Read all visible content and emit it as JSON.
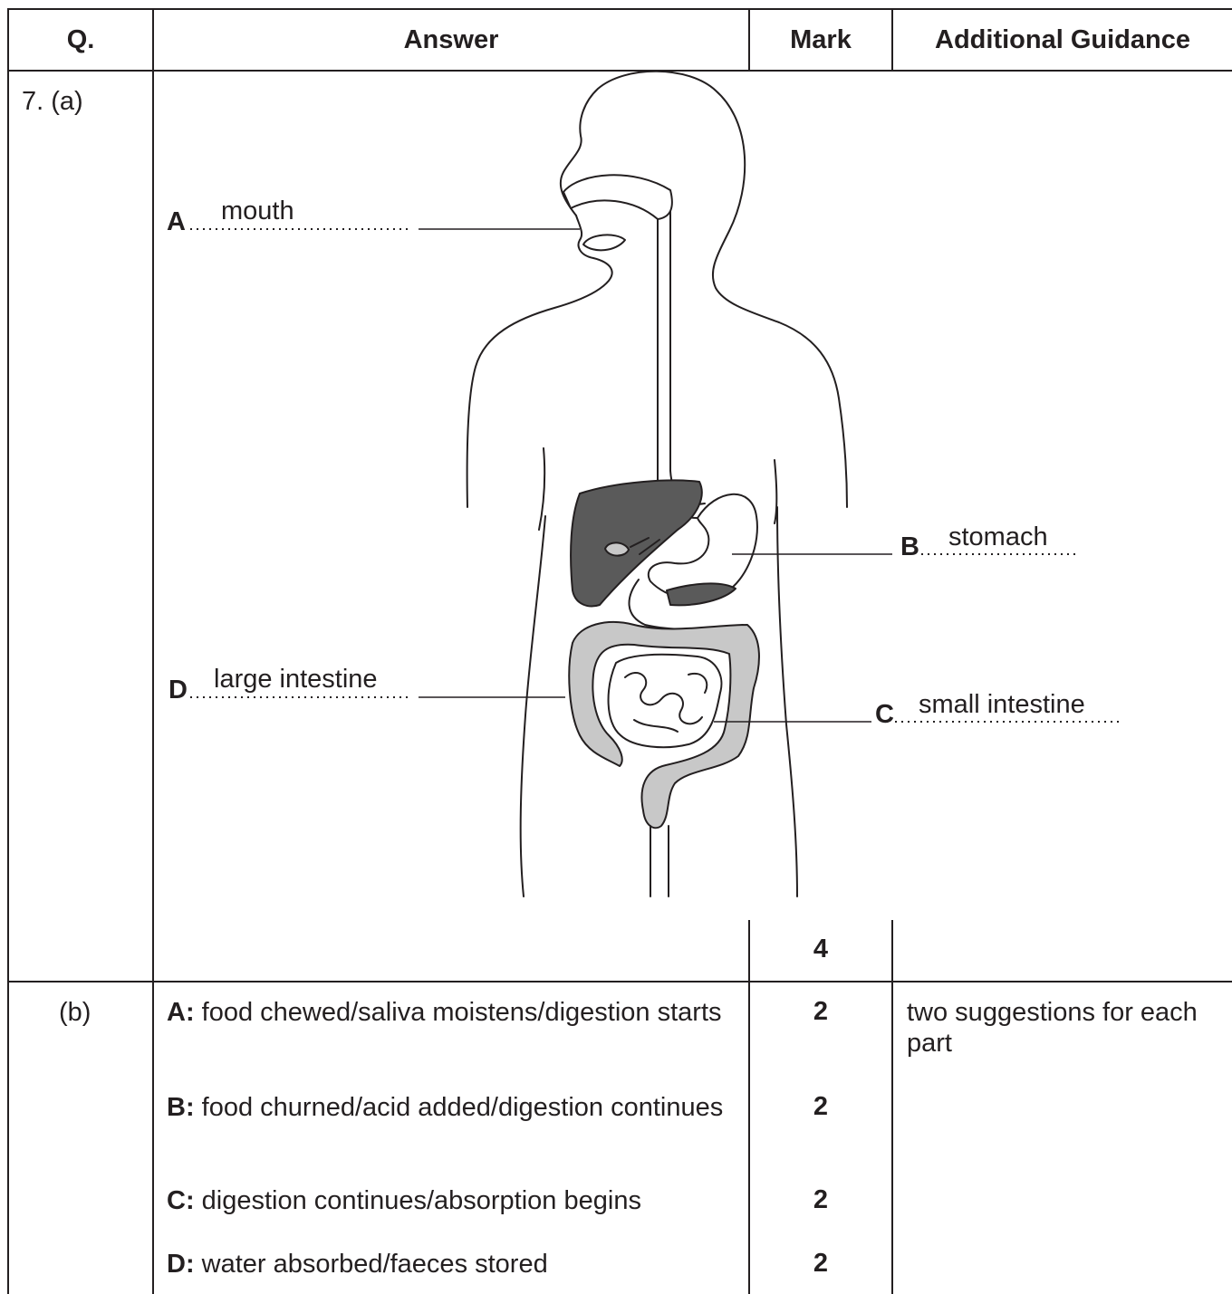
{
  "table": {
    "headers": {
      "q": "Q.",
      "answer": "Answer",
      "mark": "Mark",
      "guidance": "Additional Guidance"
    },
    "part_a": {
      "q_label": "7. (a)",
      "labels": {
        "A": {
          "letter": "A",
          "answer": "mouth"
        },
        "B": {
          "letter": "B",
          "answer": "stomach"
        },
        "C": {
          "letter": "C",
          "answer": "small intestine"
        },
        "D": {
          "letter": "D",
          "answer": "large intestine"
        }
      },
      "mark": "4"
    },
    "part_b": {
      "q_label": "(b)",
      "guidance": "two suggestions for each part",
      "rows": [
        {
          "prefix": "A:",
          "text": " food chewed/saliva moistens/digestion starts",
          "mark": "2"
        },
        {
          "prefix": "B:",
          "text": " food churned/acid added/digestion continues",
          "mark": "2"
        },
        {
          "prefix": "C:",
          "text": " digestion continues/absorption begins",
          "mark": "2"
        },
        {
          "prefix": "D:",
          "text": " water absorbed/faeces stored",
          "mark": "2"
        }
      ]
    }
  },
  "colors": {
    "ink": "#231f20",
    "liver": "#5a5a5a",
    "intestine": "#c8c8c8"
  }
}
